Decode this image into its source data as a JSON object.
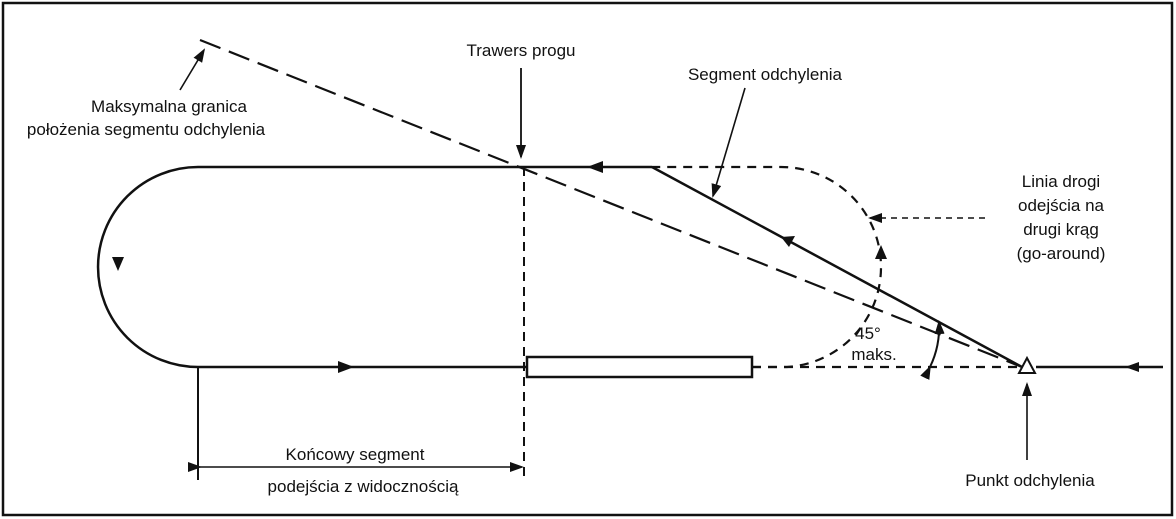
{
  "labels": {
    "max_boundary_line1": "Maksymalna granica",
    "max_boundary_line2": "położenia segmentu odchylenia",
    "threshold_abeam": "Trawers progu",
    "offset_segment": "Segment odchylenia",
    "missed_approach_line1": "Linia drogi",
    "missed_approach_line2": "odejścia na",
    "missed_approach_line3": "drugi krąg",
    "missed_approach_line4": "(go-around)",
    "angle_value": "45°",
    "angle_max": "maks.",
    "final_segment_line1": "Końcowy segment",
    "final_segment_line2": "podejścia z widocznością",
    "offset_point": "Punkt odchylenia"
  },
  "colors": {
    "stroke": "#111111",
    "background": "#ffffff"
  }
}
